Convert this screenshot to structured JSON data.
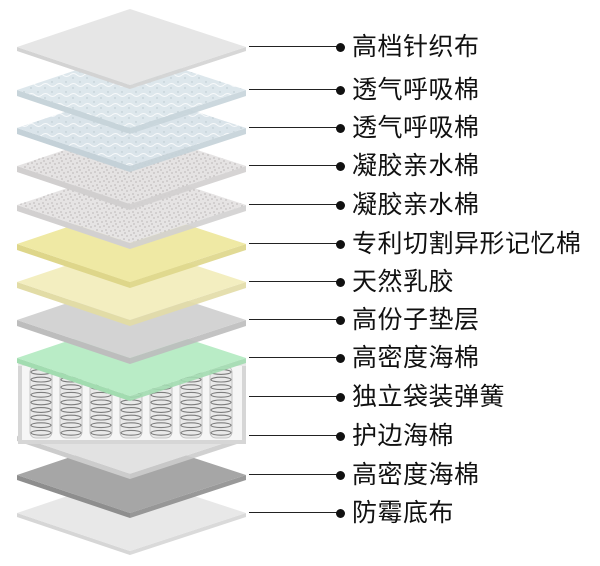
{
  "layers": [
    {
      "label": "高档针织布",
      "top_color": "#e6e6e6",
      "side_color": "#d3d3d3",
      "pattern": "plain"
    },
    {
      "label": "透气呼吸棉",
      "top_color": "#dde7ec",
      "side_color": "#c7d4da",
      "pattern": "foam"
    },
    {
      "label": "透气呼吸棉",
      "top_color": "#dae4ea",
      "side_color": "#c4d1d8",
      "pattern": "foam"
    },
    {
      "label": "凝胶亲水棉",
      "top_color": "#e5e3e3",
      "side_color": "#d1cfcf",
      "pattern": "speckle"
    },
    {
      "label": "凝胶亲水棉",
      "top_color": "#e6e4e4",
      "side_color": "#d2d0d0",
      "pattern": "speckle"
    },
    {
      "label": "专利切割异形记忆棉",
      "top_color": "#efe9a4",
      "side_color": "#ded68a",
      "pattern": "plain"
    },
    {
      "label": "天然乳胶",
      "top_color": "#f3eec0",
      "side_color": "#e2dca6",
      "pattern": "plain"
    },
    {
      "label": "高份子垫层",
      "top_color": "#d3d3d3",
      "side_color": "#bdbdbd",
      "pattern": "plain"
    },
    {
      "label": "高密度海棉",
      "top_color": "#b9ecc6",
      "side_color": "#a2dcb0",
      "pattern": "plain"
    },
    {
      "label": "独立袋装弹簧",
      "top_color": "#f0f0f0",
      "side_color": "#d6d6d6",
      "pattern": "springs"
    },
    {
      "label": "护边海棉",
      "top_color": "#e2e2e2",
      "side_color": "#cccccc",
      "pattern": "plain"
    },
    {
      "label": "高密度海棉",
      "top_color": "#a6a6a6",
      "side_color": "#8e8e8e",
      "pattern": "plain"
    },
    {
      "label": "防霉底布",
      "top_color": "#e8e8e8",
      "side_color": "#d6d6d6",
      "pattern": "plain"
    }
  ]
}
